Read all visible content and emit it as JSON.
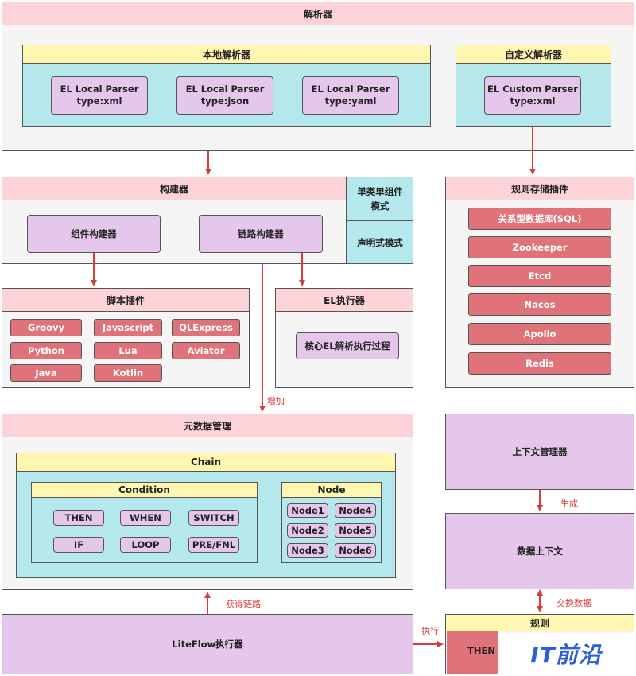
{
  "parser": {
    "title": "解析器",
    "local": {
      "title": "本地解析器",
      "items": [
        "EL Local Parser\ntype:xml",
        "EL Local Parser\ntype:json",
        "EL Local Parser\ntype:yaml"
      ]
    },
    "custom": {
      "title": "自定义解析器",
      "item": "EL Custom Parser\ntype:xml"
    }
  },
  "builder": {
    "title": "构建器",
    "component": "组件构建器",
    "chain": "链路构建器",
    "mode1": "单类单组件模式",
    "mode2": "声明式模式"
  },
  "rule_storage": {
    "title": "规则存储插件",
    "items": [
      "关系型数据库(SQL)",
      "Zookeeper",
      "Etcd",
      "Nacos",
      "Apollo",
      "Redis"
    ]
  },
  "script": {
    "title": "脚本插件",
    "items": [
      "Groovy",
      "Javascript",
      "QLExpress",
      "Python",
      "Lua",
      "Aviator",
      "Java",
      "Kotlin"
    ]
  },
  "el_executor": {
    "title": "EL执行器",
    "core": "核心EL解析执行过程"
  },
  "metadata": {
    "title": "元数据管理",
    "chain_title": "Chain",
    "condition_title": "Condition",
    "conditions": [
      "THEN",
      "WHEN",
      "SWITCH",
      "IF",
      "LOOP",
      "PRE/FNL"
    ],
    "node_title": "Node",
    "nodes": [
      "Node1",
      "Node4",
      "Node2",
      "Node5",
      "Node3",
      "Node6"
    ]
  },
  "context_manager": "上下文管理器",
  "data_context": "数据上下文",
  "rule": {
    "title": "规则",
    "then_text": "THEN"
  },
  "liteflow": "LiteFlow执行器",
  "labels": {
    "add": "增加",
    "generate": "生成",
    "get_chain": "获得链路",
    "exchange": "交换数据",
    "execute": "执行"
  },
  "logo": "IT前沿",
  "colors": {
    "arrow": "#d93a3a",
    "pink": "#fdd3da",
    "yellow": "#fff6b0",
    "cyan": "#b5e8ec",
    "lavender": "#e6c7ec",
    "red_item": "#e0727a"
  }
}
